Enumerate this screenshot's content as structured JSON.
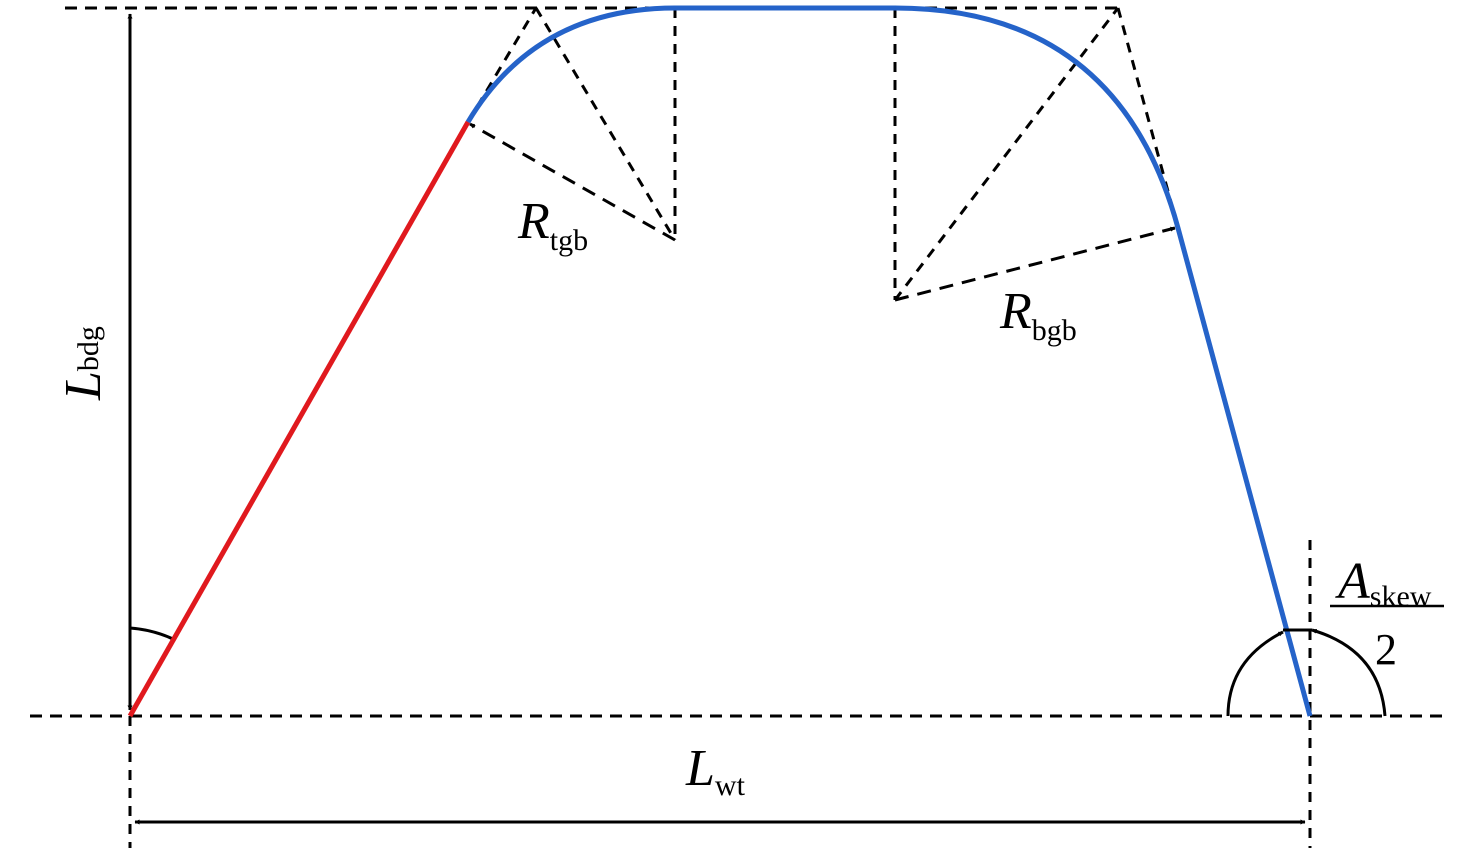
{
  "colors": {
    "background": "#ffffff",
    "line": "#000000",
    "dashed": "#000000",
    "red_segment": "#e0191e",
    "blue_curve": "#2563c9"
  },
  "labels": {
    "L_bdg": {
      "main": "L",
      "sub": "bdg"
    },
    "R_tgb": {
      "main": "R",
      "sub": "tgb"
    },
    "R_bgb": {
      "main": "R",
      "sub": "bgb"
    },
    "L_wt": {
      "main": "L",
      "sub": "wt"
    },
    "A_skew": {
      "main": "A",
      "sub": "skew",
      "denominator": "2"
    }
  }
}
